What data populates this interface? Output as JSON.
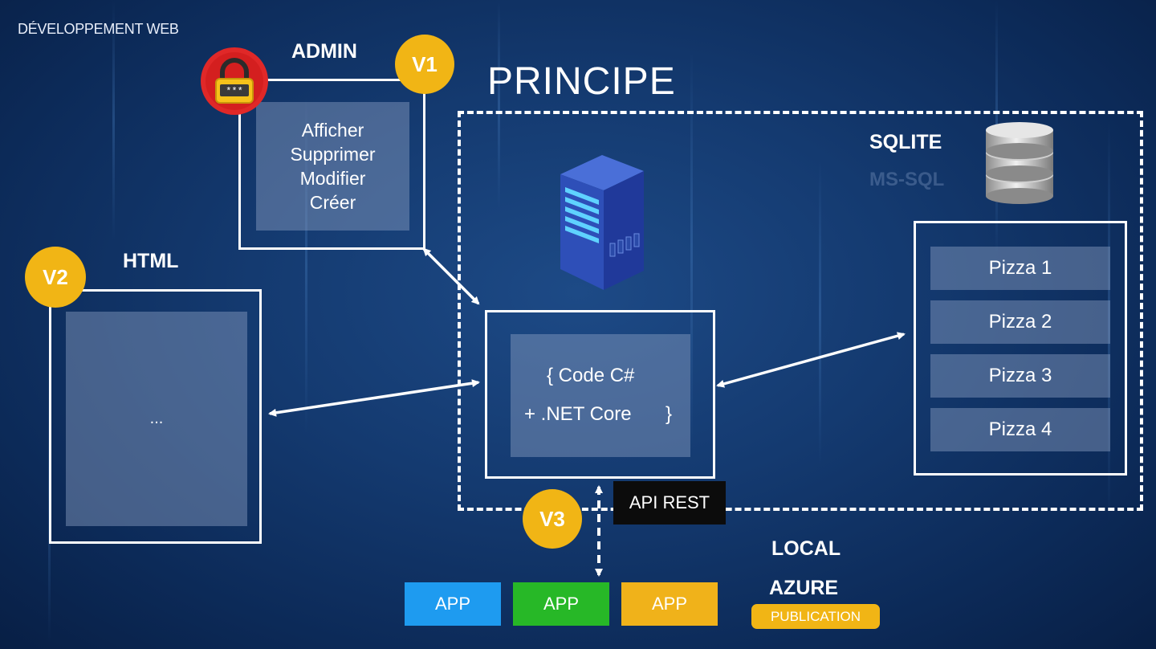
{
  "header": {
    "course": "DÉVELOPPEMENT WEB"
  },
  "title": "PRINCIPE",
  "admin": {
    "label": "ADMIN",
    "version": "V1",
    "actions": [
      "Afficher",
      "Supprimer",
      "Modifier",
      "Créer"
    ]
  },
  "html": {
    "label": "HTML",
    "version": "V2",
    "content": "..."
  },
  "server": {
    "code_line1": "{ Code C#",
    "code_line2": "+ .NET Core",
    "code_close": "}"
  },
  "db": {
    "label": "SQLITE",
    "ghost_label": "MS-SQL",
    "items": [
      "Pizza 1",
      "Pizza 2",
      "Pizza 3",
      "Pizza 4"
    ]
  },
  "api": {
    "label": "API REST",
    "version": "V3"
  },
  "apps": [
    {
      "label": "APP",
      "color": "#1e9bf0"
    },
    {
      "label": "APP",
      "color": "#27b827"
    },
    {
      "label": "APP",
      "color": "#f0b21a"
    }
  ],
  "hosting": {
    "local": "LOCAL",
    "azure": "AZURE",
    "publication": "PUBLICATION"
  },
  "colors": {
    "badge": "#f1b515",
    "background": "#143a70"
  }
}
